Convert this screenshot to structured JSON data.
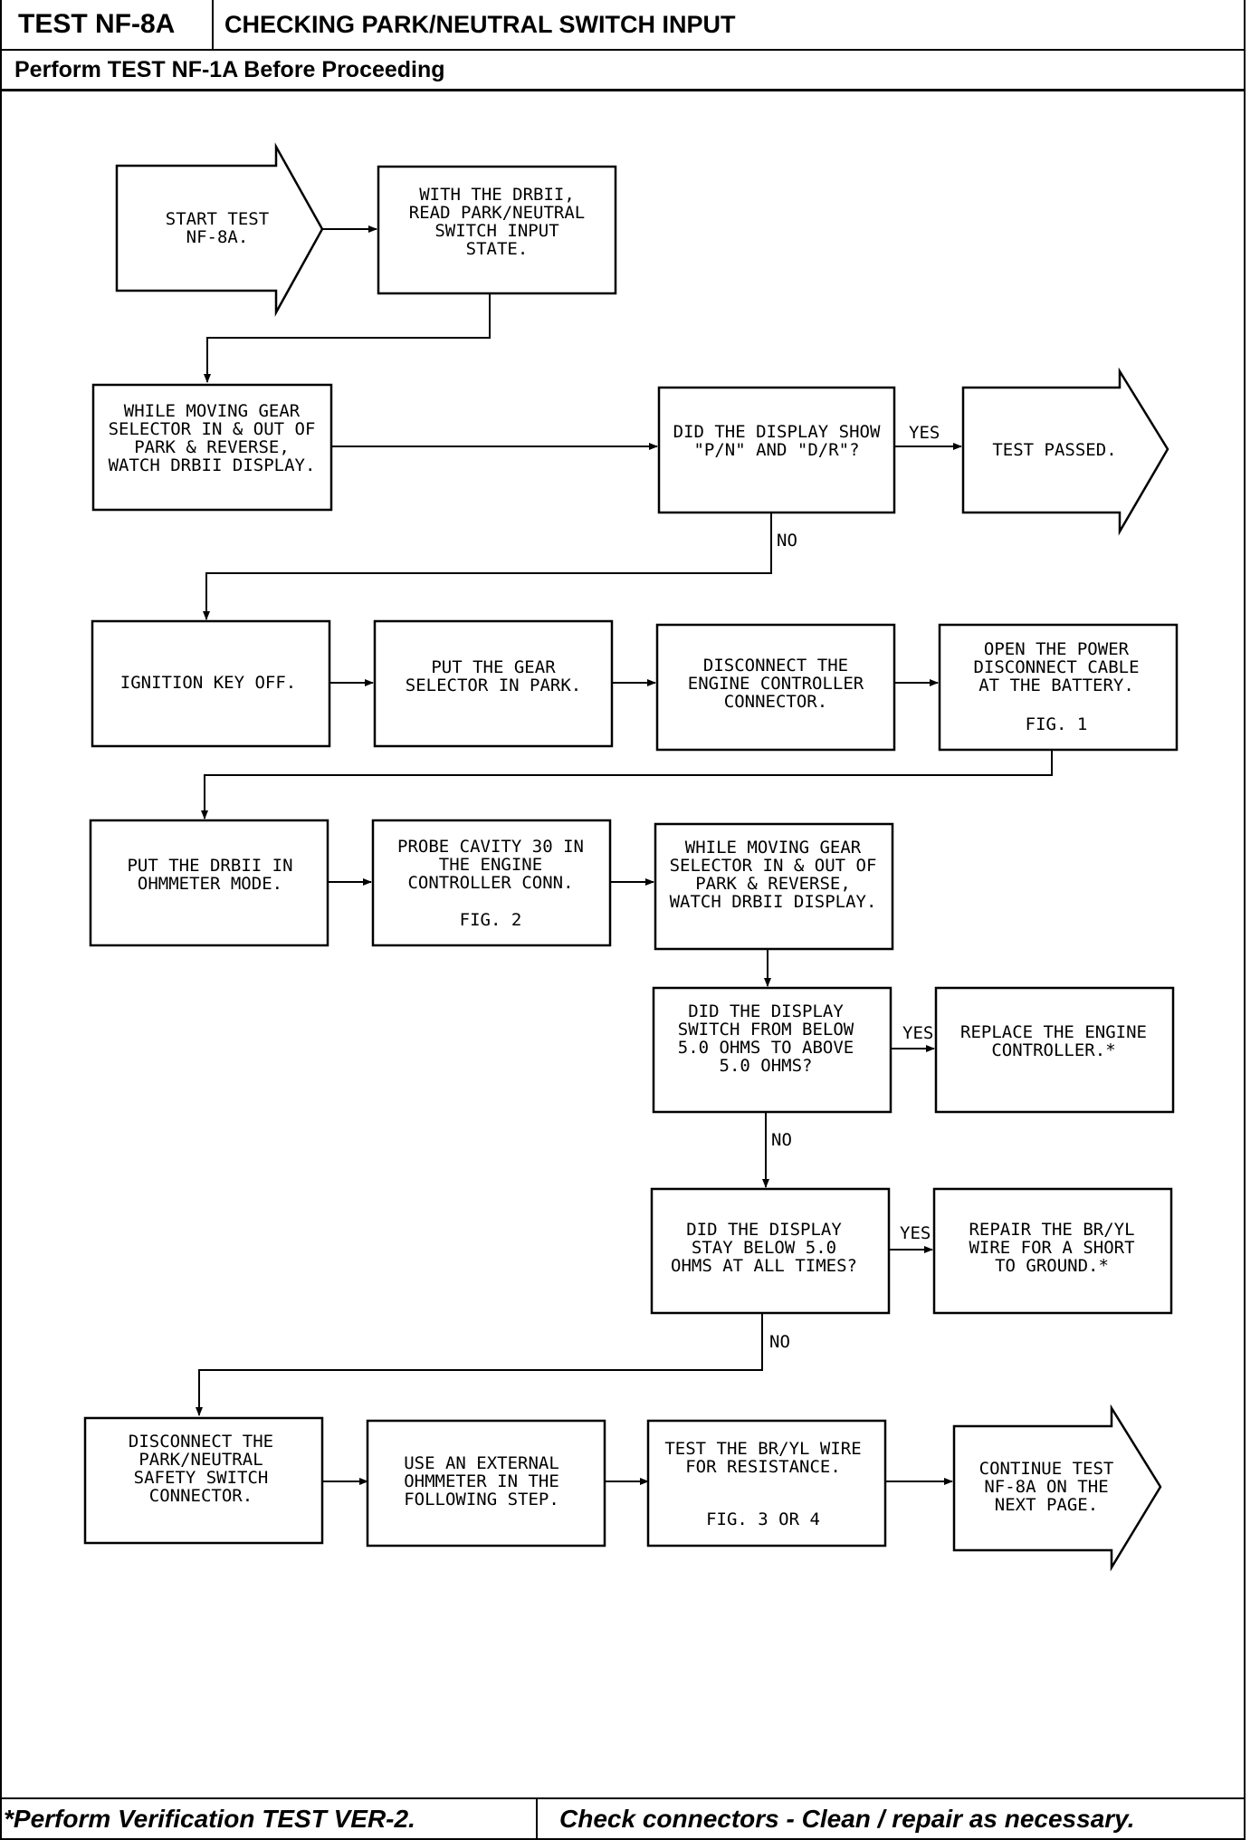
{
  "header": {
    "test_id": "TEST NF-8A",
    "title": "CHECKING PARK/NEUTRAL SWITCH INPUT",
    "prerequisite": "Perform TEST NF-1A Before Proceeding"
  },
  "nodes": {
    "start": [
      "START TEST",
      "NF-8A."
    ],
    "read_state": [
      "WITH THE DRBII,",
      "READ PARK/NEUTRAL",
      "SWITCH INPUT",
      "STATE."
    ],
    "watch_display_1": [
      "WHILE MOVING GEAR",
      "SELECTOR IN & OUT OF",
      "PARK & REVERSE,",
      "WATCH DRBII DISPLAY."
    ],
    "did_display_show": [
      "DID THE DISPLAY SHOW",
      "\"P/N\" AND \"D/R\"?"
    ],
    "test_passed": [
      "TEST PASSED."
    ],
    "ignition_off": [
      "IGNITION KEY OFF."
    ],
    "gear_park": [
      "PUT THE GEAR",
      "SELECTOR IN PARK."
    ],
    "disconnect_engine": [
      "DISCONNECT THE",
      "ENGINE CONTROLLER",
      "CONNECTOR."
    ],
    "open_power": [
      "OPEN THE POWER",
      "DISCONNECT CABLE",
      "AT THE BATTERY."
    ],
    "open_power_fig": "FIG. 1",
    "ohmmeter_mode": [
      "PUT THE DRBII IN",
      "OHMMETER MODE."
    ],
    "probe_cavity": [
      "PROBE CAVITY 30 IN",
      "THE ENGINE",
      "CONTROLLER CONN."
    ],
    "probe_cavity_fig": "FIG. 2",
    "watch_display_2": [
      "WHILE MOVING GEAR",
      "SELECTOR IN & OUT OF",
      "PARK & REVERSE,",
      "WATCH DRBII DISPLAY."
    ],
    "did_switch": [
      "DID THE DISPLAY",
      "SWITCH FROM BELOW",
      "5.0 OHMS TO ABOVE",
      "5.0 OHMS?"
    ],
    "replace_controller": [
      "REPLACE THE ENGINE",
      "CONTROLLER.*"
    ],
    "did_stay_below": [
      "DID THE DISPLAY",
      "STAY BELOW 5.0",
      "OHMS AT ALL TIMES?"
    ],
    "repair_wire": [
      "REPAIR THE BR/YL",
      "WIRE FOR A SHORT",
      "TO GROUND.*"
    ],
    "disconnect_safety": [
      "DISCONNECT THE",
      "PARK/NEUTRAL",
      "SAFETY SWITCH",
      "CONNECTOR."
    ],
    "external_ohmmeter": [
      "USE AN EXTERNAL",
      "OHMMETER IN THE",
      "FOLLOWING STEP."
    ],
    "test_wire": [
      "TEST THE BR/YL WIRE",
      "FOR RESISTANCE."
    ],
    "test_wire_fig": "FIG. 3 OR 4",
    "continue": [
      "CONTINUE TEST",
      "NF-8A ON THE",
      "NEXT PAGE."
    ]
  },
  "branch_labels": {
    "yes": "YES",
    "no": "NO"
  },
  "footer": {
    "verification": "*Perform Verification TEST VER-2.",
    "connectors": "Check connectors - Clean / repair as necessary."
  }
}
